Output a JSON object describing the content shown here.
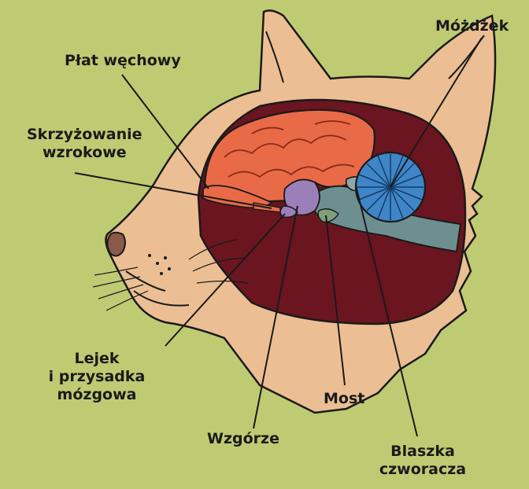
{
  "labels": {
    "olfactory_lobe": "Płat węchowy",
    "optic_chiasm_l1": "Skrzyżowanie",
    "optic_chiasm_l2": "wzrokowe",
    "cerebellum": "Móżdżek",
    "infundibulum_l1": "Lejek",
    "infundibulum_l2": "i przysadka",
    "infundibulum_l3": "mózgowa",
    "thalamus": "Wzgórze",
    "pons": "Most",
    "quadrigeminal_l1": "Blaszka",
    "quadrigeminal_l2": "czworacza"
  },
  "colors": {
    "background": "#bfcb73",
    "fur": "#ebbf93",
    "skull_cavity": "#6b1520",
    "cerebrum": "#e96a47",
    "cerebellum": "#3f86c8",
    "brainstem": "#6e8f90",
    "thalamus": "#9b7fb8",
    "ink": "#1a1a1a"
  }
}
